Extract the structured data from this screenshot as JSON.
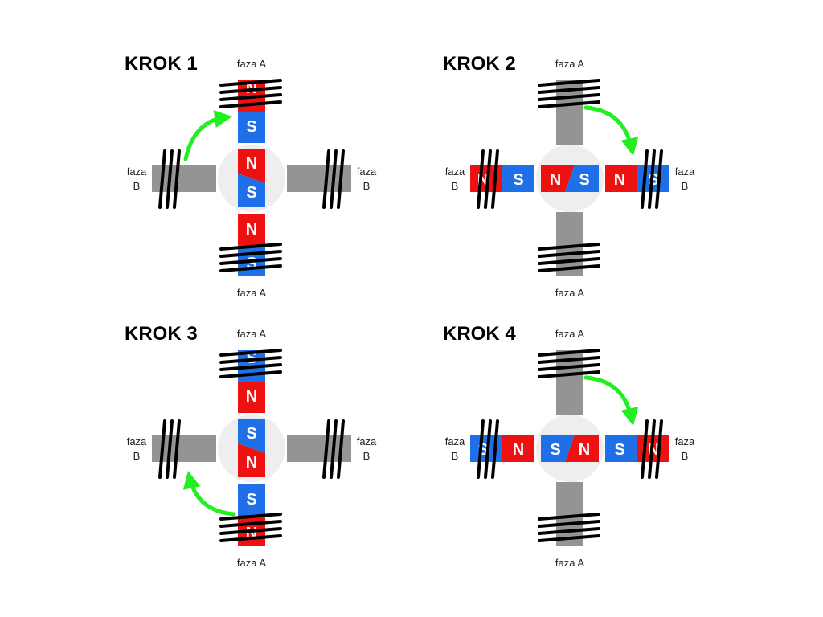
{
  "colors": {
    "north": "#ee1111",
    "south": "#1f6fe8",
    "core": "#949494",
    "arrow": "#22ee22",
    "rotor": "#eeeeee"
  },
  "poles": {
    "north": "N",
    "south": "S"
  },
  "steps": [
    {
      "title": "KROK 1",
      "phase_top": "faza A",
      "phase_bottom": "faza A",
      "phase_left": [
        "faza",
        "B"
      ],
      "phase_right": [
        "faza",
        "B"
      ],
      "active_phase": "A",
      "stator_outer_pole": "N",
      "rotor_outer_pole": "N",
      "rotor_orientation": "vertical",
      "arrow": "left-to-top"
    },
    {
      "title": "KROK 2",
      "phase_top": "faza A",
      "phase_bottom": "faza A",
      "phase_left": [
        "faza",
        "B"
      ],
      "phase_right": [
        "faza",
        "B"
      ],
      "active_phase": "B",
      "stator_outer_pole": "N",
      "rotor_outer_pole": "N",
      "rotor_orientation": "horizontal",
      "arrow": "top-to-right"
    },
    {
      "title": "KROK 3",
      "phase_top": "faza A",
      "phase_bottom": "faza A",
      "phase_left": [
        "faza",
        "B"
      ],
      "phase_right": [
        "faza",
        "B"
      ],
      "active_phase": "A",
      "stator_outer_pole": "S",
      "rotor_outer_pole": "S",
      "rotor_orientation": "vertical",
      "arrow": "bottom-to-left"
    },
    {
      "title": "KROK 4",
      "phase_top": "faza A",
      "phase_bottom": "faza A",
      "phase_left": [
        "faza",
        "B"
      ],
      "phase_right": [
        "faza",
        "B"
      ],
      "active_phase": "B",
      "stator_outer_pole": "S",
      "rotor_outer_pole": "S",
      "rotor_orientation": "horizontal",
      "arrow": "top-to-right"
    }
  ]
}
